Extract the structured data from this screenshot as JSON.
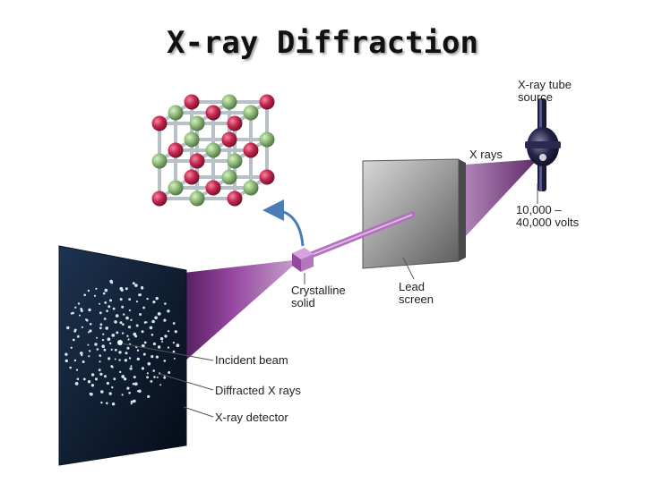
{
  "title": "X-ray Diffraction",
  "labels": {
    "source": "X-ray tube\nsource",
    "xrays": "X rays",
    "voltage": "10,000 –\n40,000 volts",
    "lead_screen": "Lead\nscreen",
    "crystal": "Crystalline\nsolid",
    "incident": "Incident beam",
    "diffracted": "Diffracted X rays",
    "detector": "X-ray detector"
  },
  "colors": {
    "beam": "#8e3a9a",
    "beam_light": "#c78ad0",
    "atom_red": "#c8264f",
    "atom_green": "#8db876",
    "detector": "#0b1a2e",
    "screen": "#9c9c9c"
  }
}
